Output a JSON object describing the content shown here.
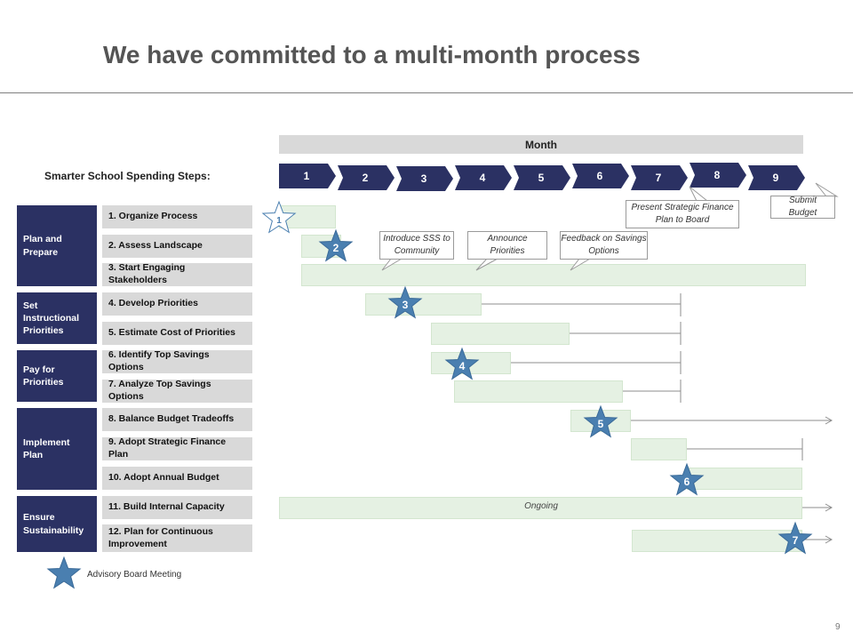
{
  "title": "We have committed to a multi-month process",
  "month_header": "Month",
  "steps_label": "Smarter School Spending Steps:",
  "months": [
    "1",
    "2",
    "3",
    "4",
    "5",
    "6",
    "7",
    "8",
    "9"
  ],
  "phases": [
    "Plan and Prepare",
    "Set Instructional Priorities",
    "Pay for Priorities",
    "Implement Plan",
    "Ensure Sustainability"
  ],
  "steps": [
    "1. Organize Process",
    "2. Assess Landscape",
    "3. Start Engaging Stakeholders",
    "4. Develop Priorities",
    "5. Estimate Cost of Priorities",
    "6. Identify Top Savings Options",
    "7. Analyze Top Savings Options",
    "8. Balance Budget Tradeoffs",
    "9. Adopt Strategic Finance Plan",
    "10. Adopt Annual Budget",
    "11. Build Internal Capacity",
    "12. Plan for Continuous Improvement"
  ],
  "ongoing_label": "Ongoing",
  "callouts": {
    "introduce": "Introduce SSS to Community",
    "announce": "Announce Priorities",
    "feedback": "Feedback on Savings Options",
    "present": "Present Strategic Finance Plan to Board",
    "submit": "Submit Budget"
  },
  "stars": [
    "1",
    "2",
    "3",
    "4",
    "5",
    "6",
    "7"
  ],
  "legend_label": "Advisory Board Meeting",
  "page_number": "9",
  "colors": {
    "phase": "#2b3163",
    "step": "#d9d9d9",
    "chevron": "#2b3163",
    "bar": "#e5f1e3",
    "star": "#4a7fb0"
  }
}
